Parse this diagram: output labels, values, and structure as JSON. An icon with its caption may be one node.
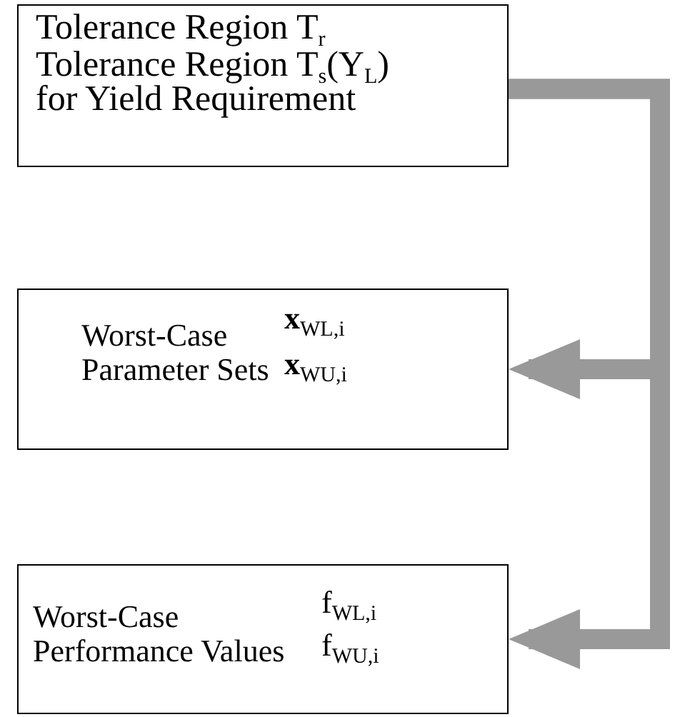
{
  "diagram": {
    "nodes": [
      {
        "text": [
          "Tolerance Region T$_{r}$",
          "Tolerance Region T$_{s}$(Y$_{L}$) for Yield Requirement"
        ]
      },
      {
        "text": [
          "Worst-Case Parameter Sets",
          "**x**$_{WL,i}$",
          "**x**$_{WU,i}$"
        ]
      },
      {
        "text": [
          "Worst-Case Performance Values",
          "f$_{WL,i}$",
          "f$_{WU,i}$"
        ]
      }
    ],
    "edges": [
      {
        "from": 0,
        "to": 1,
        "arrow": "to",
        "color": "#999999"
      },
      {
        "from": 0,
        "to": 2,
        "arrow": "to",
        "color": "#999999"
      }
    ]
  }
}
